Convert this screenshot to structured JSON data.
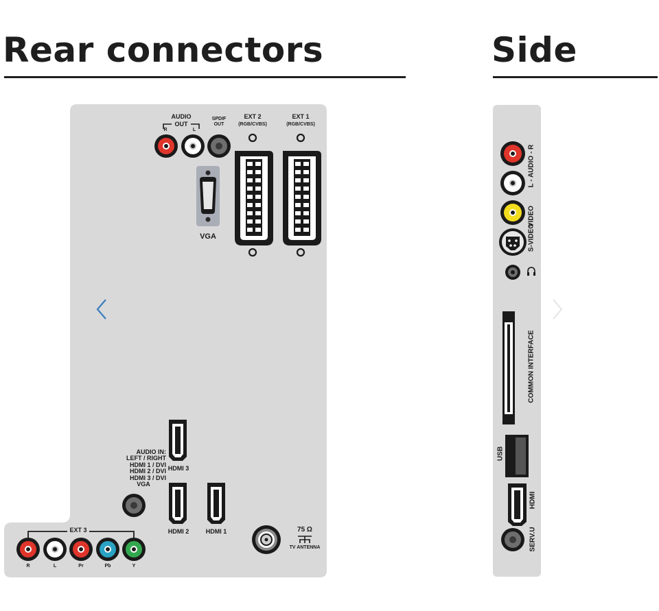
{
  "headings": {
    "rear": "Rear connectors",
    "side": "Side"
  },
  "colors": {
    "panel": "#d9d9d9",
    "red": "#e0352b",
    "white": "#ffffff",
    "yellow": "#f2dc1e",
    "green": "#33a84f",
    "blue": "#2aa3c4",
    "dark": "#1a1a1a",
    "nav": "#3b7dbf"
  },
  "rear": {
    "audio_out": {
      "title": "AUDIO",
      "sub": "OUT",
      "r": "R",
      "l": "L"
    },
    "spdif": {
      "line1": "SPDIF",
      "line2": "OUT"
    },
    "ext2": {
      "title": "EXT 2",
      "sub": "(RGB/CVBS)"
    },
    "ext1": {
      "title": "EXT 1",
      "sub": "(RGB/CVBS)"
    },
    "vga": "VGA",
    "audio_in": {
      "lines": [
        "AUDIO IN:",
        "LEFT / RIGHT",
        "HDMI 1 / DVI",
        "HDMI 2 / DVI",
        "HDMI 3 / DVI",
        "VGA"
      ]
    },
    "hdmi3": "HDMI 3",
    "hdmi2": "HDMI 2",
    "hdmi1": "HDMI 1",
    "antenna": {
      "ohm": "75 Ω",
      "label": "TV ANTENNA"
    },
    "ext3": {
      "title": "EXT 3",
      "jacks": [
        "R",
        "L",
        "Pr",
        "Pb",
        "Y"
      ]
    }
  },
  "side": {
    "audio": "L - AUDIO - R",
    "video": "VIDEO",
    "svideo": "S-VIDEO",
    "headphone_icon": "headphones-icon",
    "common_interface": "COMMON INTERFACE",
    "usb": "USB",
    "hdmi": "HDMI",
    "serv": "SERV.U"
  },
  "nav": {
    "prev_icon": "chevron-left-icon",
    "next_icon": "chevron-right-icon"
  }
}
